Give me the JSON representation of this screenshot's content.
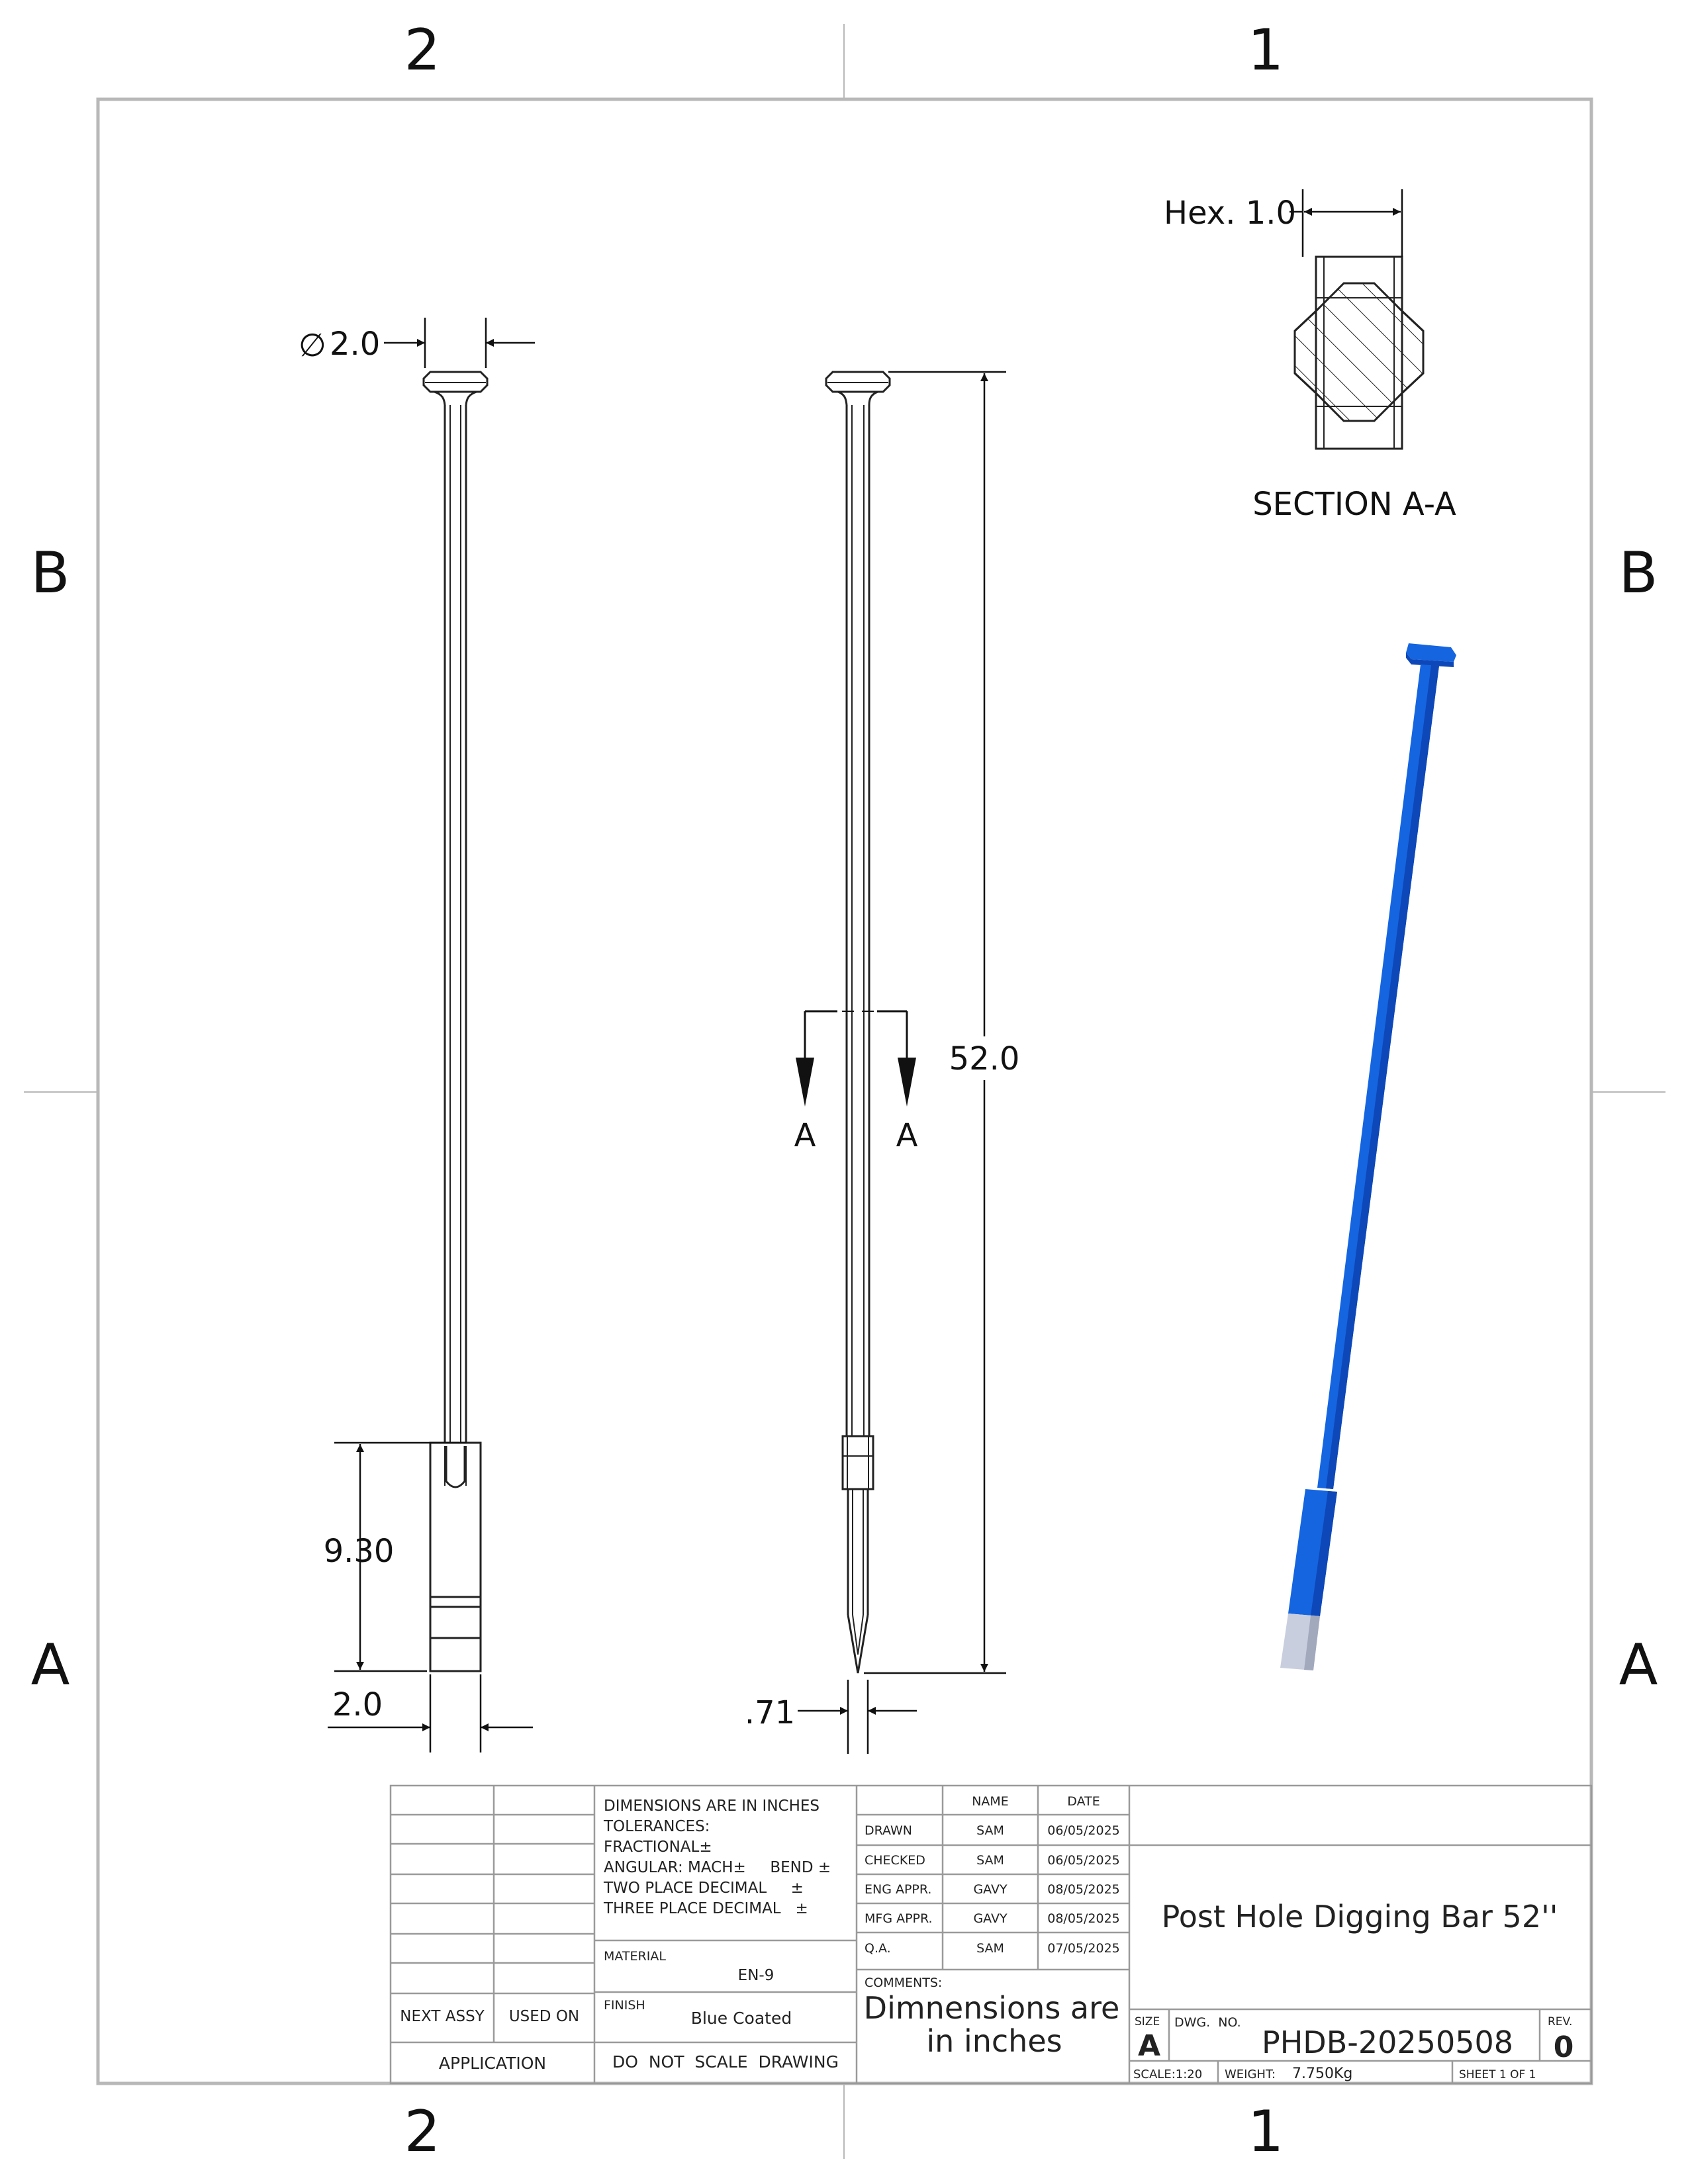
{
  "border": {
    "zones_top": [
      "2",
      "1"
    ],
    "zones_bottom": [
      "2",
      "1"
    ],
    "zones_left": [
      "B",
      "A"
    ],
    "zones_right": [
      "B",
      "A"
    ]
  },
  "views": {
    "front": {
      "dia_label": "2.0",
      "length_9_30": "9.30",
      "width_2_0": "2.0"
    },
    "side": {
      "length_52": "52.0",
      "tip_071": ".71",
      "section_mark_left": "A",
      "section_mark_right": "A"
    },
    "section": {
      "hex_label": "Hex. 1.0",
      "title": "SECTION A-A"
    }
  },
  "iso_colors": {
    "body": "#1565e0",
    "body_dark": "#0d47b8",
    "tip": "#c9cede",
    "tip_dark": "#a3a9bc"
  },
  "title_block": {
    "tolerances": {
      "line1": "DIMENSIONS ARE IN INCHES",
      "line2": "TOLERANCES:",
      "line3": "FRACTIONAL±",
      "line4": "ANGULAR: MACH±     BEND ±",
      "line5": "TWO PLACE DECIMAL     ±",
      "line6": "THREE PLACE DECIMAL   ±"
    },
    "material_label": "MATERIAL",
    "material_value": "EN-9",
    "finish_label": "FINISH",
    "finish_value": "Blue Coated",
    "dont_scale": "DO  NOT  SCALE  DRAWING",
    "next_assy": "NEXT ASSY",
    "used_on": "USED ON",
    "application": "APPLICATION",
    "hdr_name": "NAME",
    "hdr_date": "DATE",
    "approvals": [
      {
        "role": "DRAWN",
        "name": "SAM",
        "date": "06/05/2025"
      },
      {
        "role": "CHECKED",
        "name": "SAM",
        "date": "06/05/2025"
      },
      {
        "role": "ENG APPR.",
        "name": "GAVY",
        "date": "08/05/2025"
      },
      {
        "role": "MFG APPR.",
        "name": "GAVY",
        "date": "08/05/2025"
      },
      {
        "role": "Q.A.",
        "name": "SAM",
        "date": "07/05/2025"
      }
    ],
    "comments_label": "COMMENTS:",
    "comments_line1": "Dimnensions are",
    "comments_line2": "in inches",
    "title": "Post Hole Digging Bar 52''",
    "size_label": "SIZE",
    "size_value": "A",
    "dwg_no_label": "DWG.  NO.",
    "dwg_no": "PHDB-20250508",
    "rev_label": "REV.",
    "rev_value": "0",
    "scale": "SCALE:1:20",
    "weight_label": "WEIGHT:",
    "weight_value": "7.750Kg",
    "sheet": "SHEET 1 OF 1"
  }
}
